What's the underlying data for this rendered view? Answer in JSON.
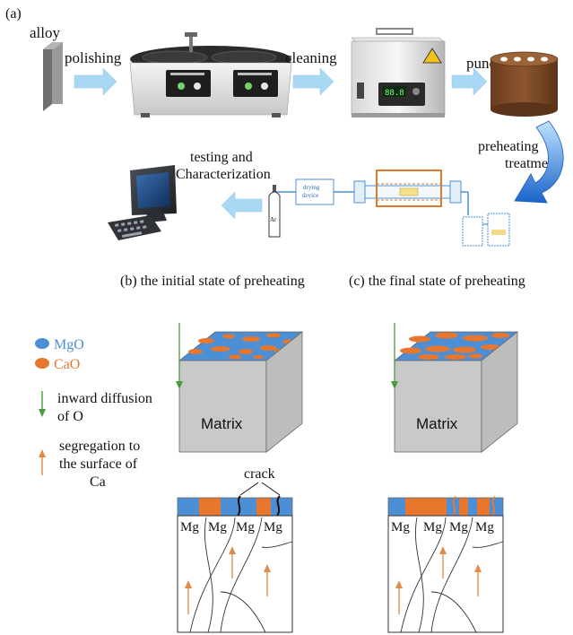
{
  "panel_a": {
    "label": "(a)",
    "steps": {
      "alloy": "alloy",
      "polishing": "polishing",
      "cleaning": "cleaning",
      "punch": "punch",
      "preheating_line1": "preheating",
      "preheating_line2": "treatment",
      "testing_line1": "testing and",
      "testing_line2": "Characterization"
    },
    "device_texts": {
      "drying_line1": "drying",
      "drying_line2": "device",
      "gas_cylinder": "Ar",
      "ultrasonic_display": "88.8"
    },
    "colors": {
      "arrow_fill": "#a9d8f5",
      "curved_arrow": "#1f73d6",
      "furnace": "#e07a2c",
      "tube": "#4a90d9",
      "alloy_sample": "#8a8a8a",
      "punched_cylinder": "#7b4a25"
    }
  },
  "panel_b": {
    "title": "(b) the initial state of preheating"
  },
  "panel_c": {
    "title": "(c)  the final state of preheating"
  },
  "legend": {
    "mgo": {
      "label": "MgO",
      "color": "#4d8fd4"
    },
    "cao": {
      "label": "CaO",
      "color": "#e8772e"
    },
    "inward": {
      "line1": "inward diffusion",
      "line2": "of O",
      "color": "#4a9a3c"
    },
    "segregation": {
      "line1": "segregation to",
      "line2": "the surface of",
      "line3": "Ca",
      "color": "#e08a4a"
    }
  },
  "cube": {
    "label": "Matrix",
    "face_color": "#c9c9c9"
  },
  "cross_section": {
    "crack_label": "crack",
    "grain_labels": [
      "Mg",
      "Mg",
      "Mg",
      "Mg"
    ]
  }
}
